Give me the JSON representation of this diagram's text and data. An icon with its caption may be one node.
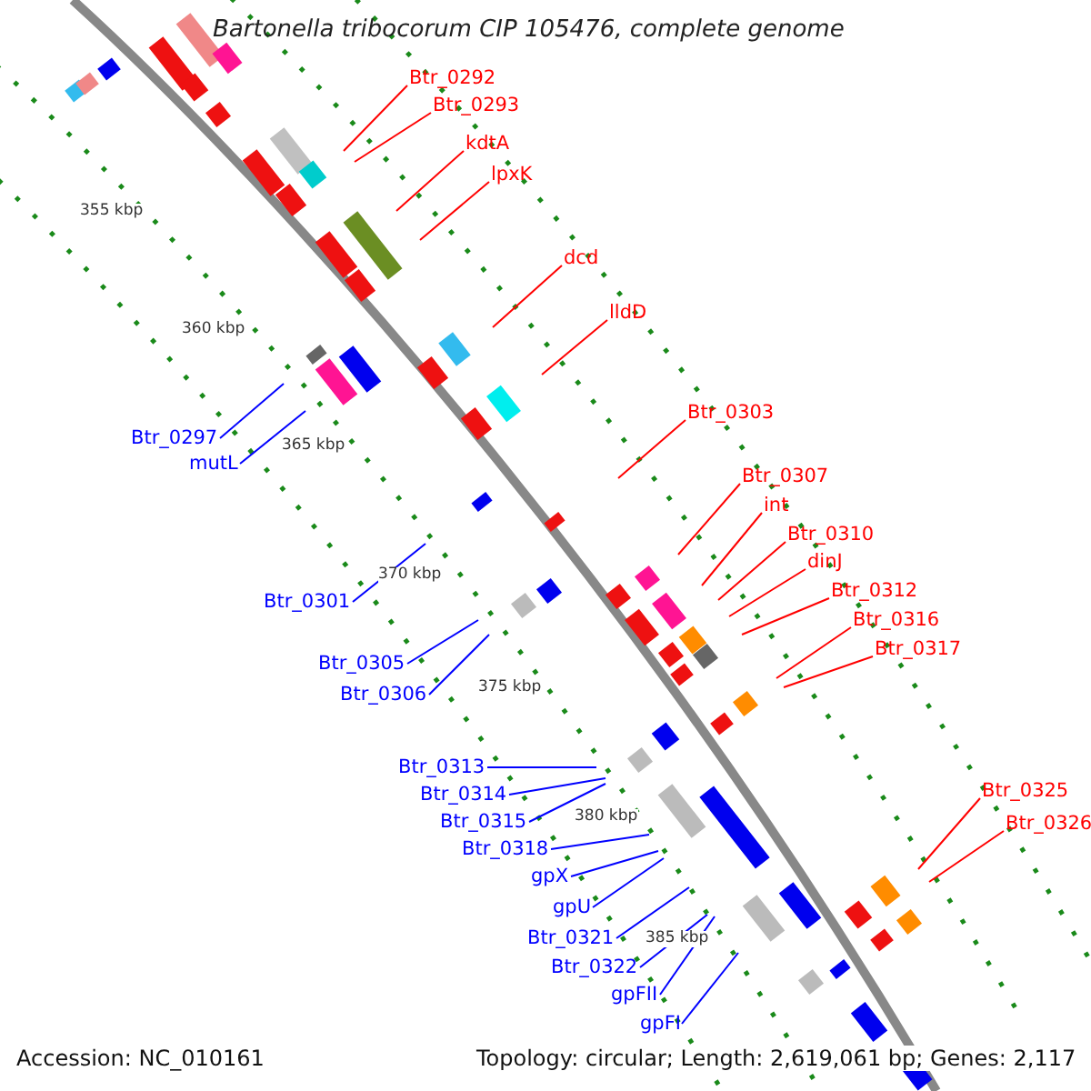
{
  "diagram": {
    "title": "Bartonella tribocorum CIP 105476, complete genome",
    "nodes": [
      {
        "text": [
          "Btr_0292"
        ]
      },
      {
        "text": [
          "Btr_0293"
        ]
      },
      {
        "text": [
          "kdtA"
        ]
      },
      {
        "text": [
          "lpxK"
        ]
      },
      {
        "text": [
          "dcd"
        ]
      },
      {
        "text": [
          "lldD"
        ]
      },
      {
        "text": [
          "Btr_0303"
        ]
      },
      {
        "text": [
          "Btr_0307"
        ]
      },
      {
        "text": [
          "int"
        ]
      },
      {
        "text": [
          "Btr_0310"
        ]
      },
      {
        "text": [
          "dinJ"
        ]
      },
      {
        "text": [
          "Btr_0312"
        ]
      },
      {
        "text": [
          "Btr_0316"
        ]
      },
      {
        "text": [
          "Btr_0317"
        ]
      },
      {
        "text": [
          "Btr_0325"
        ]
      },
      {
        "text": [
          "Btr_0326"
        ]
      },
      {
        "text": [
          "Btr_0297"
        ]
      },
      {
        "text": [
          "mutL"
        ]
      },
      {
        "text": [
          "Btr_0301"
        ]
      },
      {
        "text": [
          "Btr_0305"
        ]
      },
      {
        "text": [
          "Btr_0306"
        ]
      },
      {
        "text": [
          "Btr_0313"
        ]
      },
      {
        "text": [
          "Btr_0314"
        ]
      },
      {
        "text": [
          "Btr_0315"
        ]
      },
      {
        "text": [
          "Btr_0318"
        ]
      },
      {
        "text": [
          "gpX"
        ]
      },
      {
        "text": [
          "gpU"
        ]
      },
      {
        "text": [
          "Btr_0321"
        ]
      },
      {
        "text": [
          "Btr_0322"
        ]
      },
      {
        "text": [
          "gpFII"
        ]
      },
      {
        "text": [
          "gpFI"
        ]
      }
    ],
    "edges": [
      {
        "from": 0,
        "to": null,
        "arrow": "none"
      },
      {
        "from": 1,
        "to": null,
        "arrow": "none"
      },
      {
        "from": 2,
        "to": null,
        "arrow": "none"
      },
      {
        "from": 3,
        "to": null,
        "arrow": "none"
      },
      {
        "from": 4,
        "to": null,
        "arrow": "none"
      },
      {
        "from": 5,
        "to": null,
        "arrow": "none"
      },
      {
        "from": 6,
        "to": null,
        "arrow": "none"
      },
      {
        "from": 7,
        "to": null,
        "arrow": "none"
      },
      {
        "from": 8,
        "to": null,
        "arrow": "none"
      },
      {
        "from": 9,
        "to": null,
        "arrow": "none"
      },
      {
        "from": 10,
        "to": null,
        "arrow": "none"
      },
      {
        "from": 11,
        "to": null,
        "arrow": "none"
      },
      {
        "from": 12,
        "to": null,
        "arrow": "none"
      },
      {
        "from": 13,
        "to": null,
        "arrow": "none"
      },
      {
        "from": 14,
        "to": null,
        "arrow": "none"
      },
      {
        "from": 15,
        "to": null,
        "arrow": "none"
      },
      {
        "from": 16,
        "to": null,
        "arrow": "none",
        "color": "#0000ff"
      },
      {
        "from": 17,
        "to": null,
        "arrow": "none",
        "color": "#0000ff"
      },
      {
        "from": 18,
        "to": null,
        "arrow": "none",
        "color": "#0000ff"
      },
      {
        "from": 19,
        "to": null,
        "arrow": "none",
        "color": "#0000ff"
      },
      {
        "from": 20,
        "to": null,
        "arrow": "none",
        "color": "#0000ff"
      },
      {
        "from": 21,
        "to": null,
        "arrow": "none",
        "color": "#0000ff"
      },
      {
        "from": 22,
        "to": null,
        "arrow": "none",
        "color": "#0000ff"
      },
      {
        "from": 23,
        "to": null,
        "arrow": "none",
        "color": "#0000ff"
      },
      {
        "from": 24,
        "to": null,
        "arrow": "none",
        "color": "#0000ff"
      },
      {
        "from": 25,
        "to": null,
        "arrow": "none",
        "color": "#0000ff"
      },
      {
        "from": 26,
        "to": null,
        "arrow": "none",
        "color": "#0000ff"
      },
      {
        "from": 27,
        "to": null,
        "arrow": "none",
        "color": "#0000ff"
      },
      {
        "from": 28,
        "to": null,
        "arrow": "none",
        "color": "#0000ff"
      },
      {
        "from": 29,
        "to": null,
        "arrow": "none",
        "color": "#0000ff"
      },
      {
        "from": 30,
        "to": null,
        "arrow": "none",
        "color": "#0000ff"
      }
    ],
    "labels": [
      "355 kbp",
      "360 kbp",
      "365 kbp",
      "370 kbp",
      "375 kbp",
      "380 kbp",
      "385 kbp",
      "Accession: NC_010161",
      "Topology: circular; Length: 2,619,061 bp; Genes: 2,117"
    ]
  }
}
